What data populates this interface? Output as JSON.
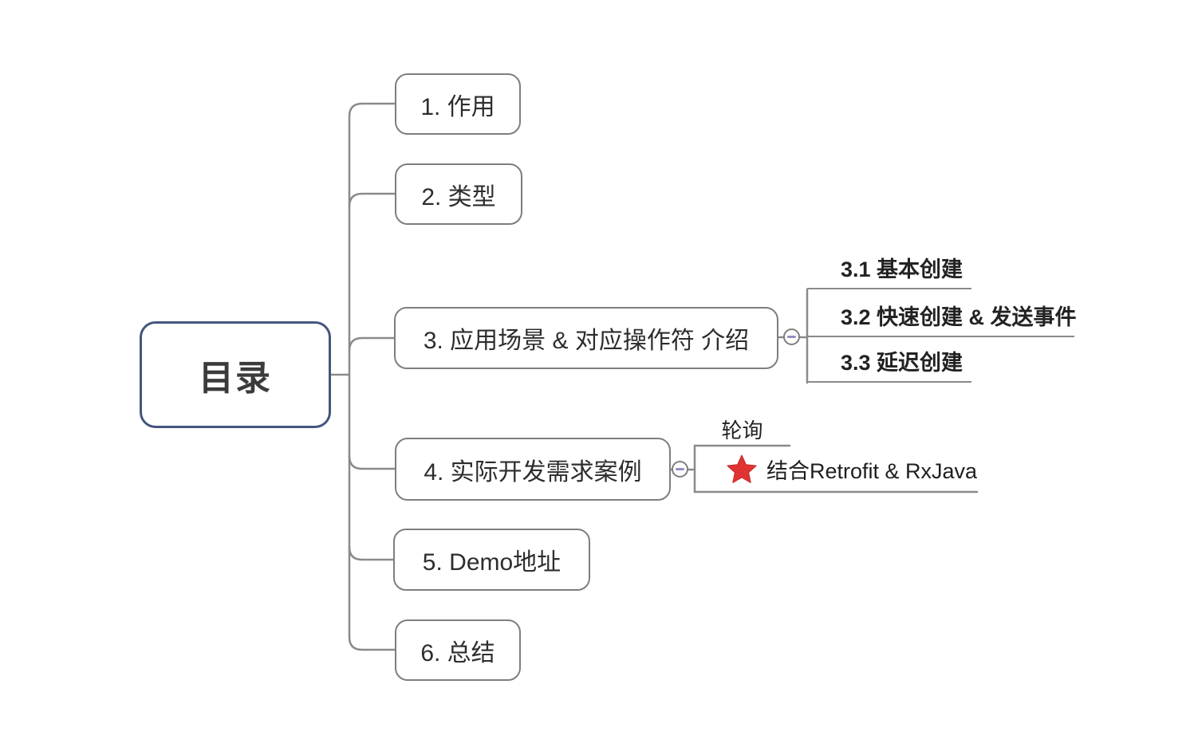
{
  "diagram": {
    "type": "mindmap",
    "root": {
      "label": "目录"
    },
    "branches": [
      {
        "label": "1. 作用"
      },
      {
        "label": "2. 类型"
      },
      {
        "label": "3. 应用场景 & 对应操作符 介绍",
        "collapse_icon": "minus",
        "children": [
          {
            "label": "3.1 基本创建"
          },
          {
            "label": "3.2 快速创建 & 发送事件"
          },
          {
            "label": "3.3 延迟创建"
          }
        ]
      },
      {
        "label": "4. 实际开发需求案例",
        "collapse_icon": "minus",
        "children": [
          {
            "label": "结合Retrofit & RxJava",
            "tag": "轮询",
            "marker": "red-star"
          }
        ]
      },
      {
        "label": "5. Demo地址"
      },
      {
        "label": "6. 总结"
      }
    ]
  },
  "colors": {
    "background": "#ffffff",
    "root_border": "#44567e",
    "branch_border": "#7e7e7e",
    "connector_gray": "#8a8a8a",
    "text": "#2d2d2d",
    "collapse_minus": "#8f8fbe",
    "star_red": "#e23333"
  }
}
